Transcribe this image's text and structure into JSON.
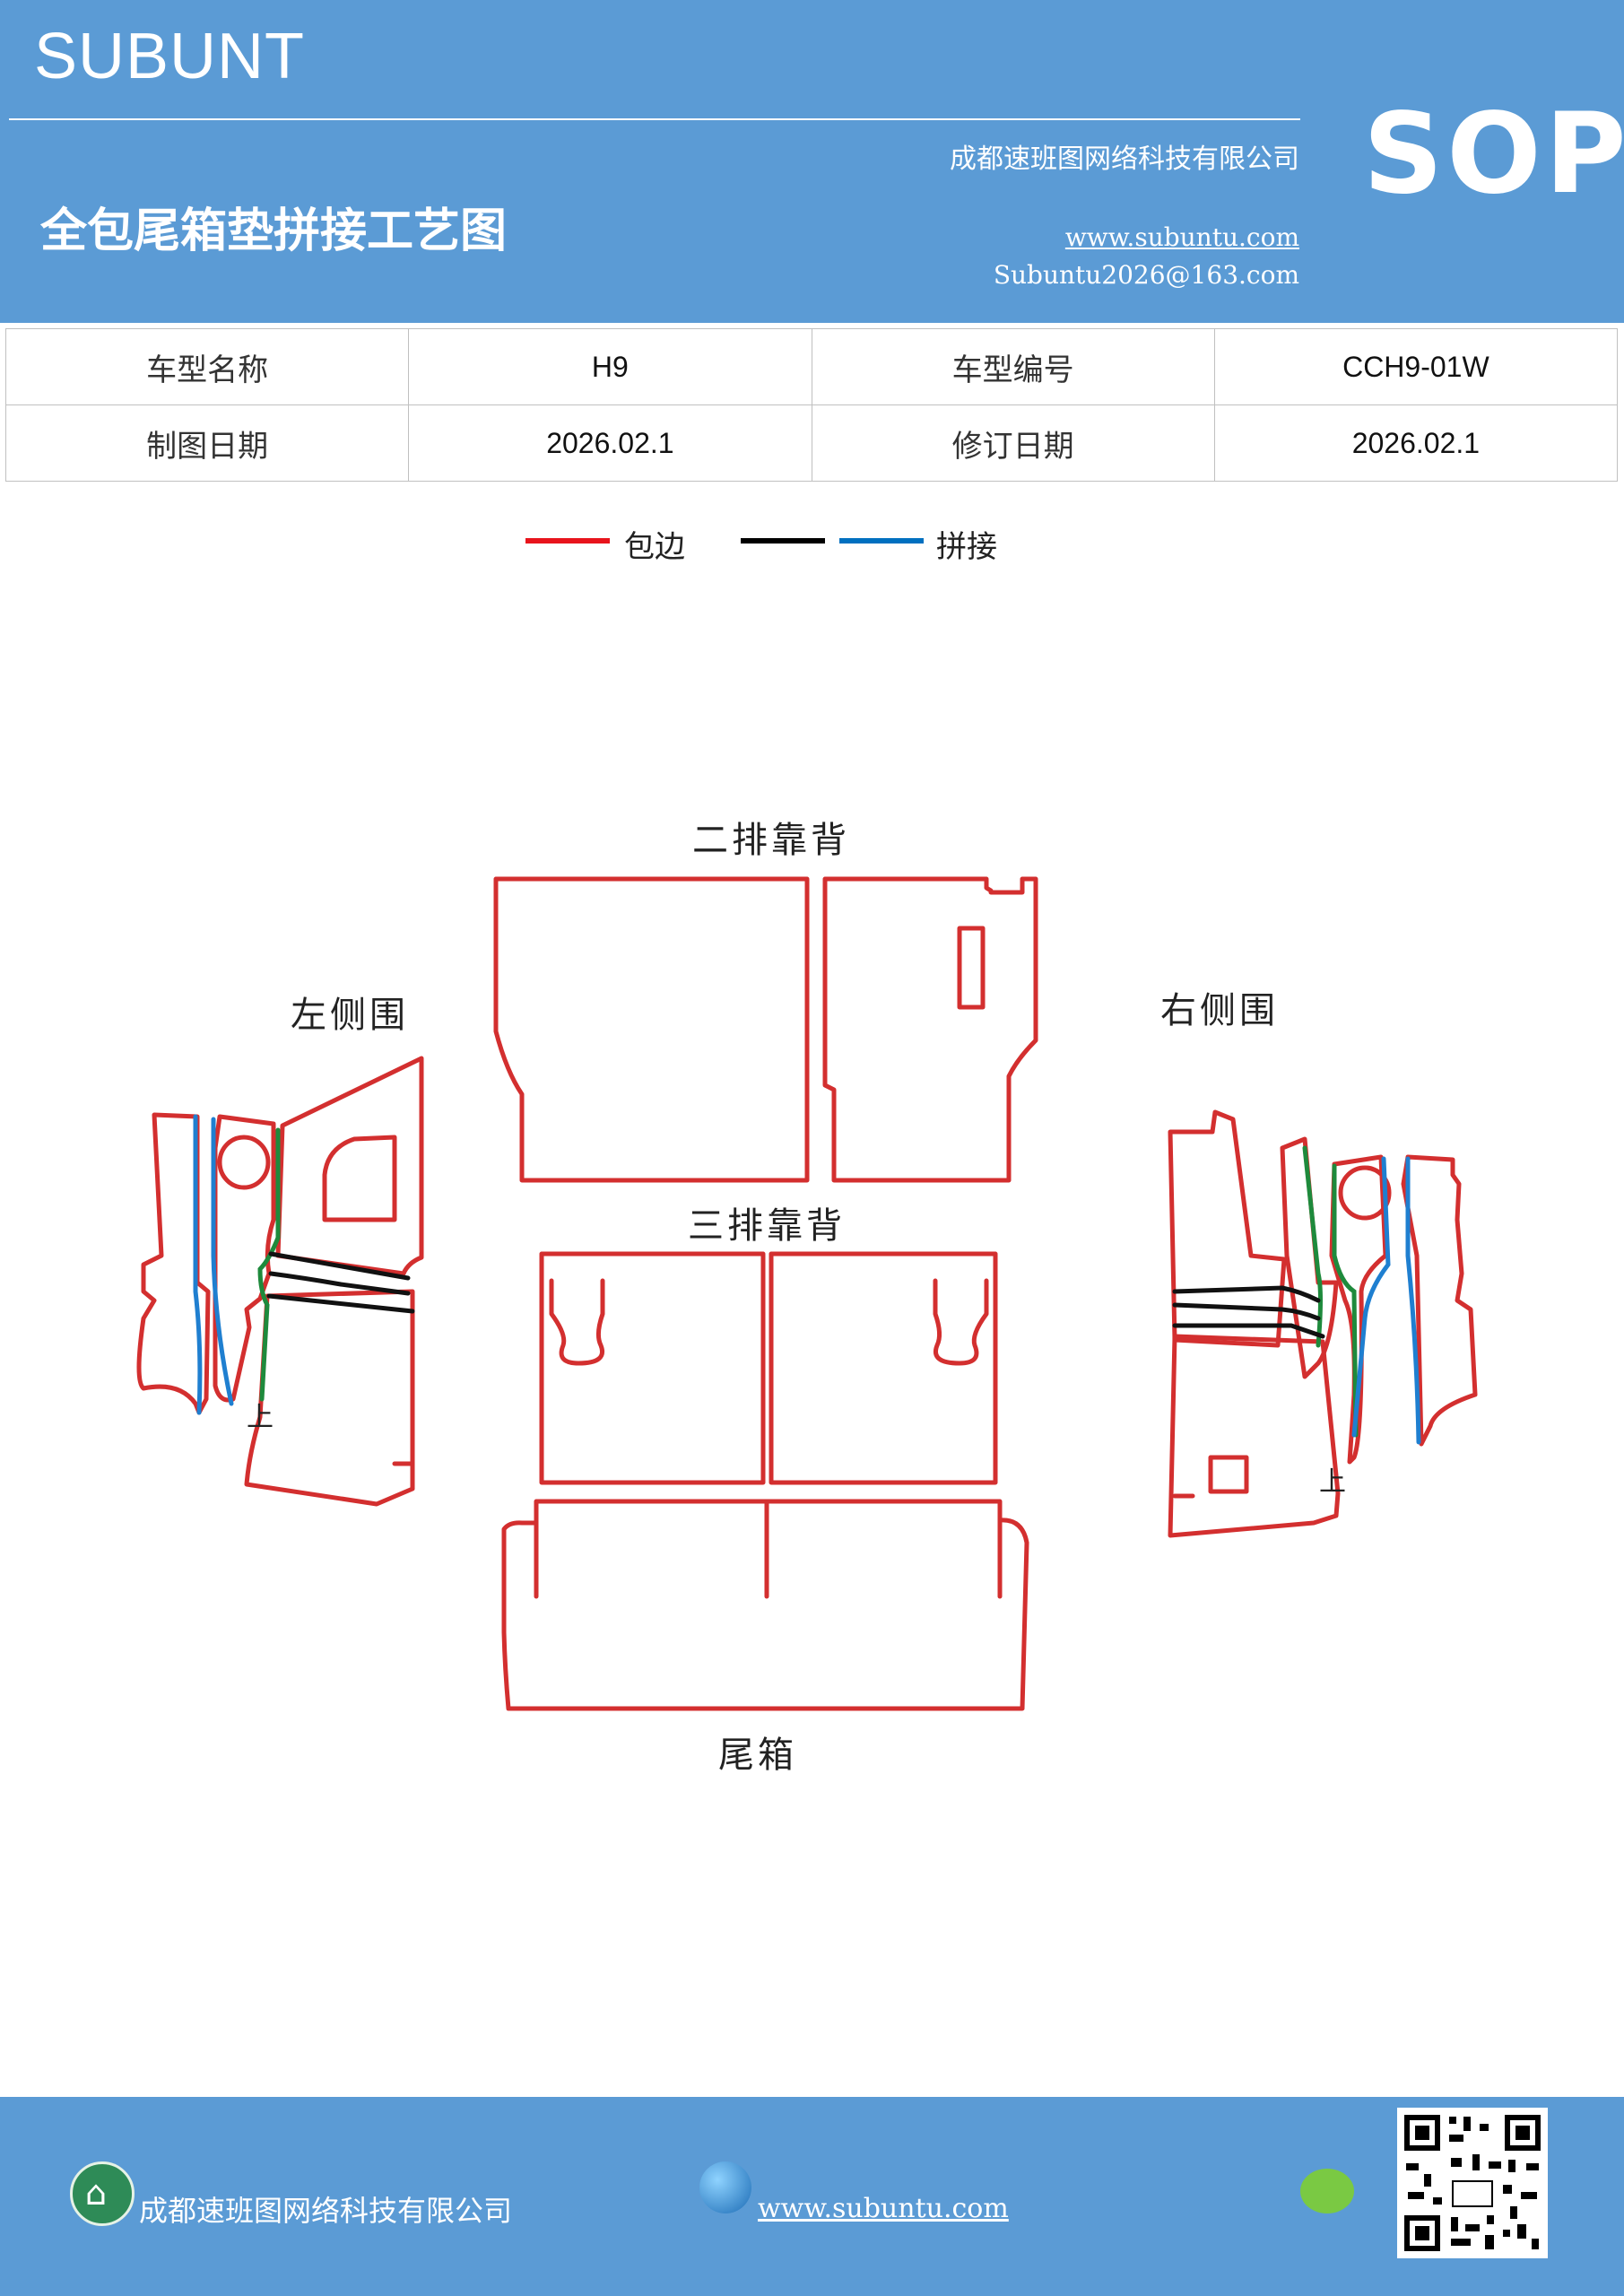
{
  "header": {
    "brand": "SUBUNT",
    "title": "全包尾箱垫拼接工艺图",
    "company": "成都速班图网络科技有限公司",
    "website": "www.subuntu.com",
    "email": "Subuntu2026@163.com",
    "badge": "SOP"
  },
  "info_table": {
    "rows": [
      [
        "车型名称",
        "H9",
        "车型编号",
        "CCH9-01W"
      ],
      [
        "制图日期",
        "2026.02.1",
        "修订日期",
        "2026.02.1"
      ]
    ]
  },
  "legend": {
    "items": [
      {
        "label": "包边",
        "colors": [
          "#e8141c"
        ]
      },
      {
        "label": "拼接",
        "colors": [
          "#000000",
          "#0070c0"
        ]
      }
    ]
  },
  "drawing": {
    "labels": {
      "second_row_back": "二排靠背",
      "left_side": "左侧围",
      "right_side": "右侧围",
      "third_row_back": "三排靠背",
      "trunk": "尾箱",
      "mark_left": "上",
      "mark_right": "上"
    },
    "colors": {
      "edge": "#d32f2f",
      "seam_black": "#111111",
      "seam_blue": "#1f7fd0",
      "seam_green": "#1e8a3c"
    }
  },
  "footer": {
    "company": "成都速班图网络科技有限公司",
    "website": "www.subuntu.com"
  },
  "icons": {
    "footer_company": "building-icon",
    "footer_website": "globe-icon",
    "footer_wechat": "wechat-icon",
    "footer_qr": "qr-code-icon"
  }
}
